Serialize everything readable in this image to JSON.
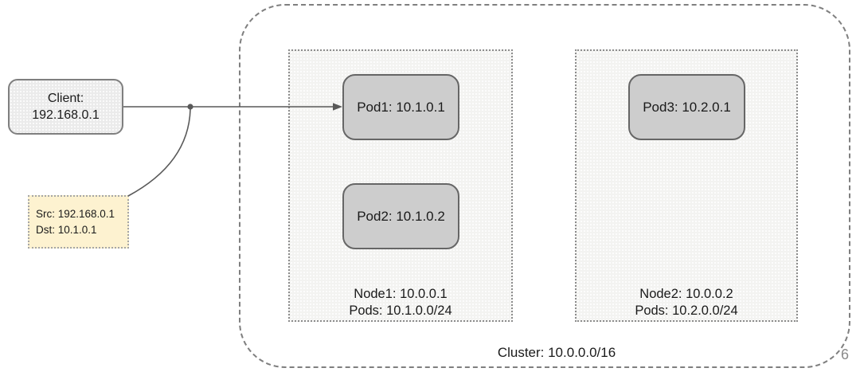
{
  "client": {
    "line1": "Client:",
    "line2": "192.168.0.1"
  },
  "callout": {
    "line1": "Src: 192.168.0.1",
    "line2": "Dst: 10.1.0.1"
  },
  "cluster": {
    "label": "Cluster: 10.0.0.0/16"
  },
  "nodes": [
    {
      "name": "Node1: 10.0.0.1",
      "pods_cidr": "Pods: 10.1.0.0/24",
      "pods": [
        {
          "label": "Pod1: 10.1.0.1"
        },
        {
          "label": "Pod2: 10.1.0.2"
        }
      ]
    },
    {
      "name": "Node2: 10.0.0.2",
      "pods_cidr": "Pods: 10.2.0.0/24",
      "pods": [
        {
          "label": "Pod3: 10.2.0.1"
        }
      ]
    }
  ],
  "slide_number": "6",
  "colors": {
    "pod_fill": "#cdcdcd",
    "pod_border": "#666666",
    "node_fill": "#f3f3f1",
    "client_fill": "#ebebeb",
    "callout_fill": "#fdf2d0",
    "connector": "#595959",
    "boundary": "#7f7f7f"
  }
}
